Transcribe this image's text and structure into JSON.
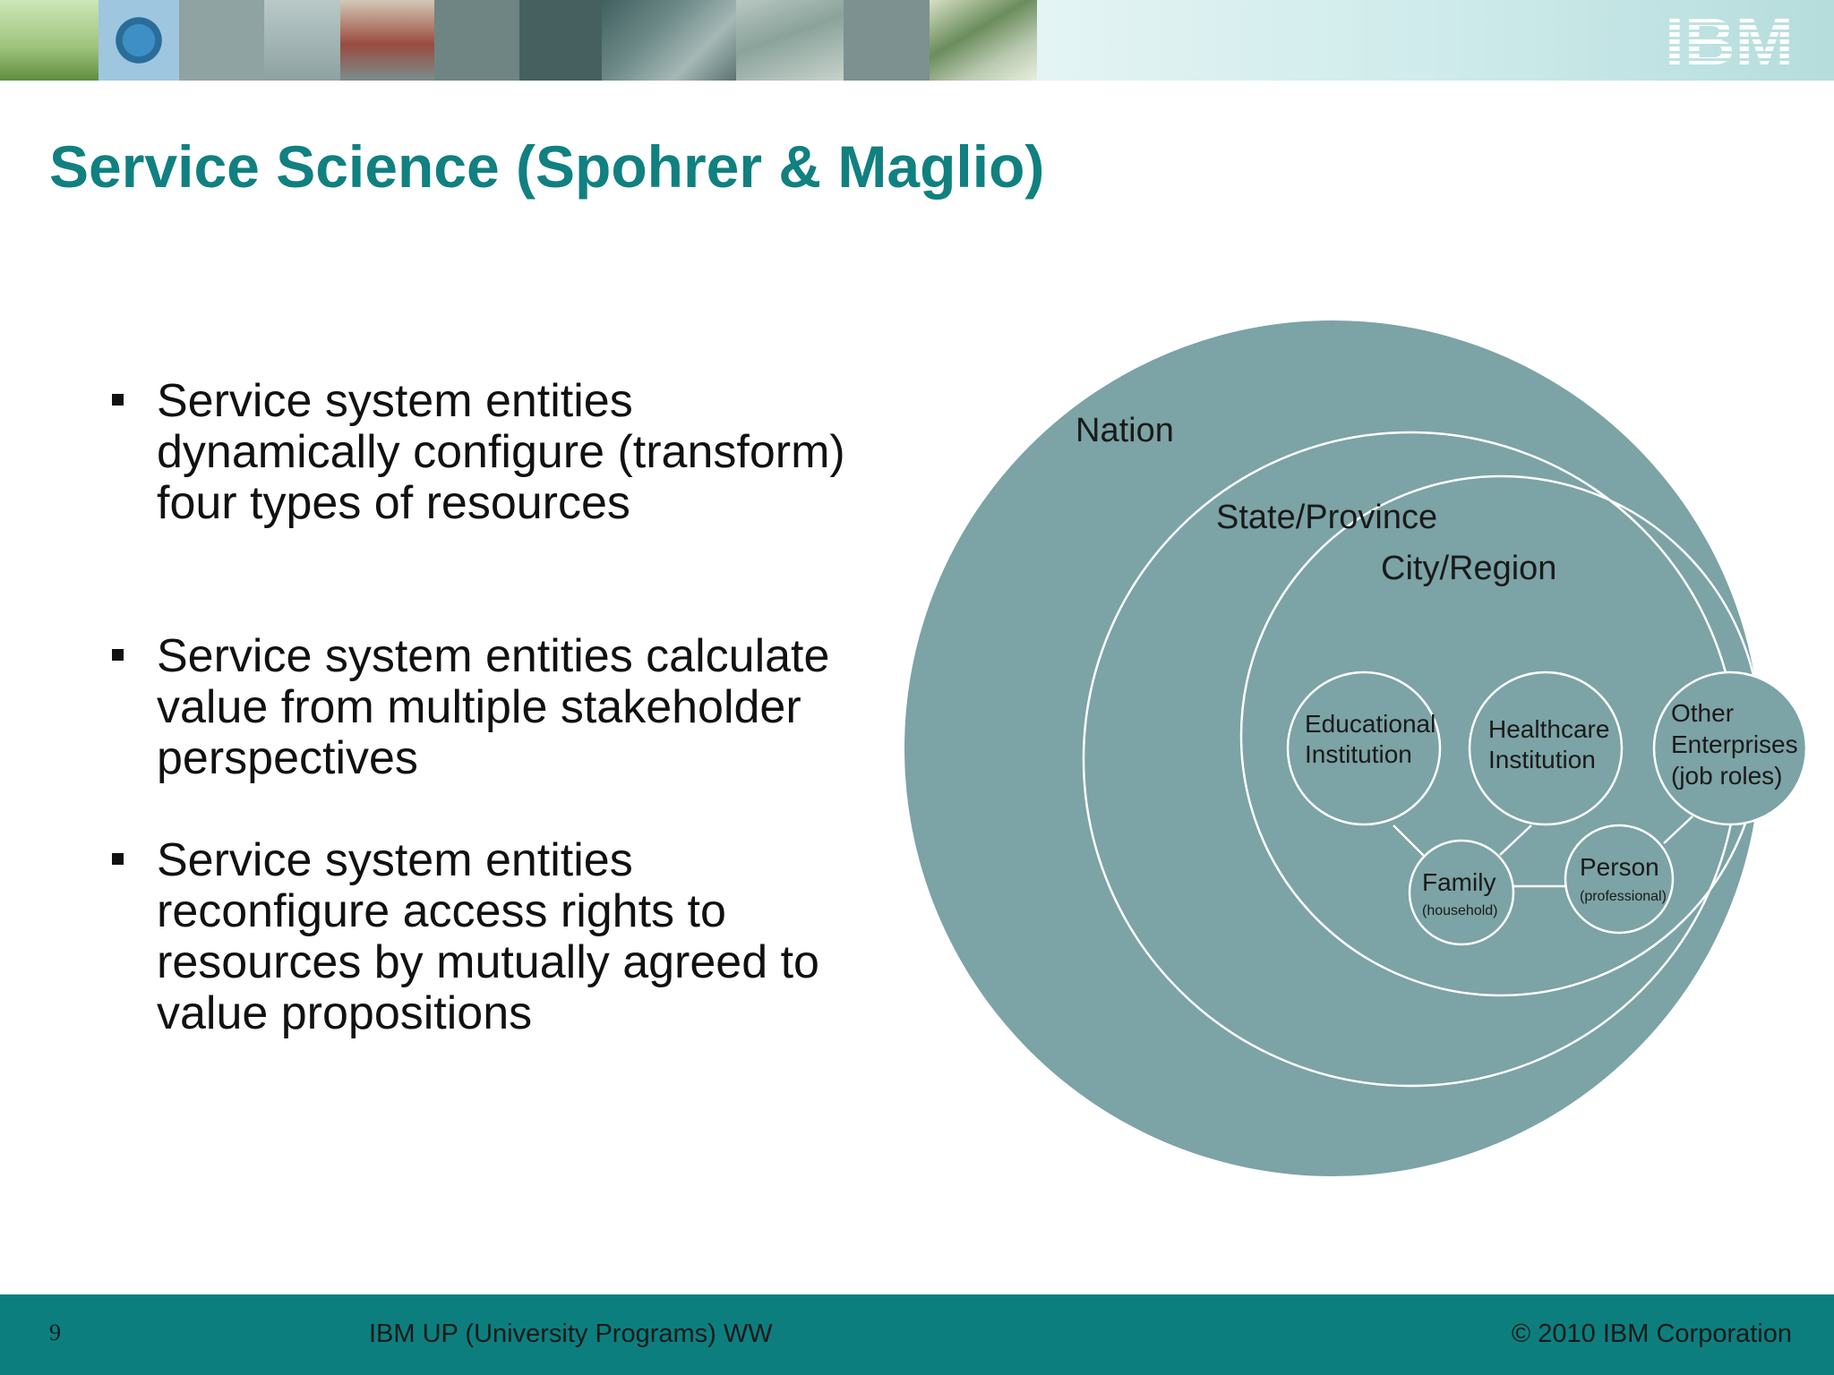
{
  "header": {
    "logo_text": "IBM",
    "colors": {
      "teal": "#108080",
      "footer": "#0d7e7e",
      "circle": "#7ca3a6"
    }
  },
  "title": "Service Science (Spohrer & Maglio)",
  "bullets": [
    {
      "text": "Service system entities dynamically configure (transform) four types of resources"
    },
    {
      "text": "Service system entities calculate value from multiple stakeholder perspectives"
    },
    {
      "text": "Service system entities reconfigure access rights  to resources by mutually agreed to value propositions"
    }
  ],
  "diagram": {
    "nation": "Nation",
    "state": "State/Province",
    "city": "City/Region",
    "educational": [
      "Educational",
      "Institution"
    ],
    "healthcare": [
      "Healthcare",
      "Institution"
    ],
    "other": [
      "Other",
      "Enterprises",
      "(job roles)"
    ],
    "family": {
      "label": "Family",
      "sub": "(household)"
    },
    "person": {
      "label": "Person",
      "sub": "(professional)"
    }
  },
  "footer": {
    "page_number": "9",
    "center": "IBM UP (University Programs) WW",
    "right": "© 2010 IBM Corporation"
  }
}
